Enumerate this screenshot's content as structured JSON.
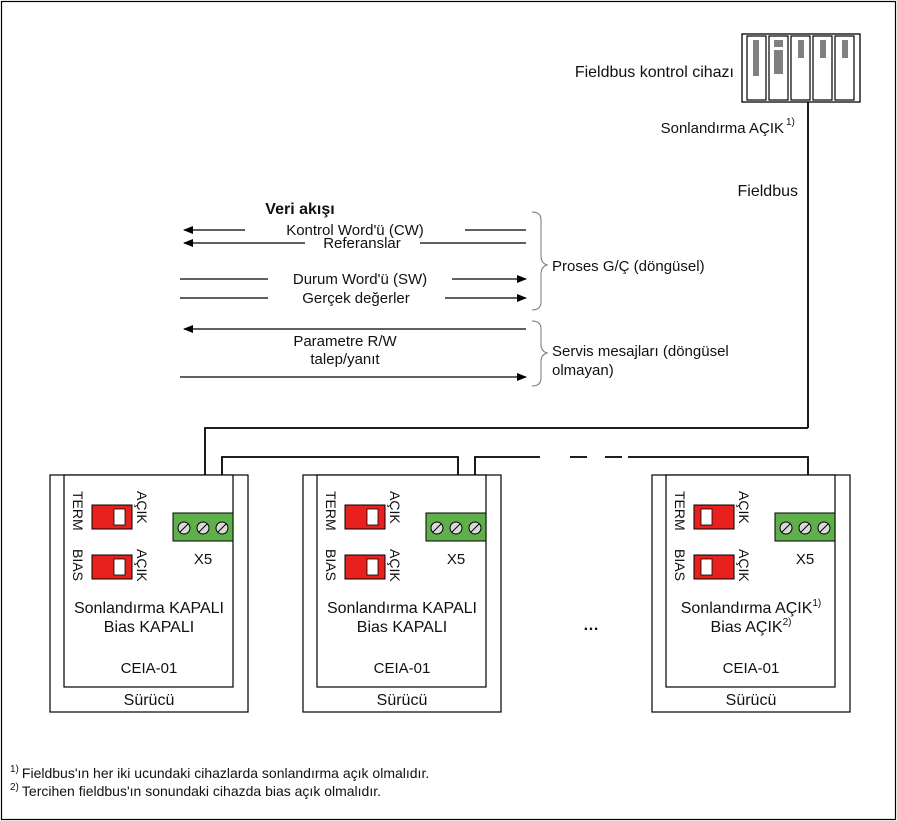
{
  "controller": {
    "label": "Fieldbus kontrol cihazı",
    "termination_label": "Sonlandırma AÇIK",
    "termination_sup": "1)"
  },
  "fieldbus_label": "Fieldbus",
  "dataflow": {
    "title": "Veri akışı",
    "cw": "Kontrol Word'ü (CW)",
    "refs": "Referanslar",
    "sw": "Durum Word'ü (SW)",
    "actuals": "Gerçek değerler",
    "param_line1": "Parametre R/W",
    "param_line2": "talep/yanıt",
    "process_io": "Proses G/Ç (döngüsel)",
    "service_line1": "Servis mesajları (döngüsel",
    "service_line2": "olmayan)"
  },
  "drives": [
    {
      "term_label": "TERM",
      "bias_label": "BIAS",
      "term_state": "AÇIK",
      "bias_state": "AÇIK",
      "connector": "X5",
      "status_line1": "Sonlandırma KAPALI",
      "status_line1_sup": "",
      "status_line2": "Bias KAPALI",
      "status_line2_sup": "",
      "module": "CEIA-01",
      "name": "Sürücü"
    },
    {
      "term_label": "TERM",
      "bias_label": "BIAS",
      "term_state": "AÇIK",
      "bias_state": "AÇIK",
      "connector": "X5",
      "status_line1": "Sonlandırma KAPALI",
      "status_line1_sup": "",
      "status_line2": "Bias KAPALI",
      "status_line2_sup": "",
      "module": "CEIA-01",
      "name": "Sürücü"
    },
    {
      "term_label": "TERM",
      "bias_label": "BIAS",
      "term_state": "AÇIK",
      "bias_state": "AÇIK",
      "connector": "X5",
      "status_line1": "Sonlandırma AÇIK",
      "status_line1_sup": "1)",
      "status_line2": "Bias AÇIK",
      "status_line2_sup": "2)",
      "module": "CEIA-01",
      "name": "Sürücü"
    }
  ],
  "ellipsis": "…",
  "footnotes": [
    {
      "sup": "1)",
      "text": "Fieldbus'ın her iki ucundaki cihazlarda sonlandırma açık olmalıdır."
    },
    {
      "sup": "2)",
      "text": "Tercihen fieldbus'ın sonundaki cihazda bias açık olmalıdır."
    }
  ],
  "colors": {
    "switch_red": "#e8211f",
    "connector_green": "#5fb04a",
    "controller_gray": "#808080",
    "line": "#000000"
  }
}
